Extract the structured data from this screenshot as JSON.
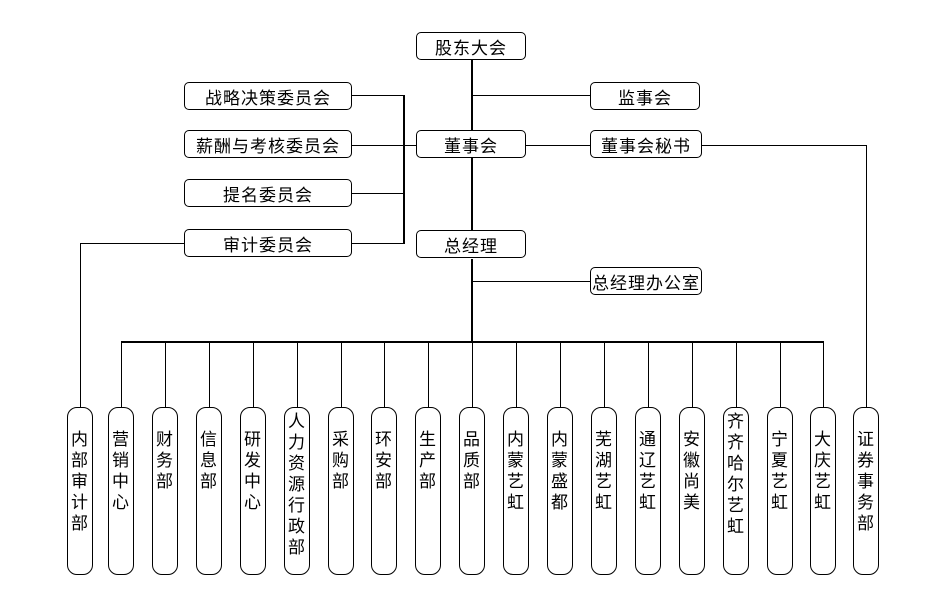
{
  "shareholders_meeting": "股东大会",
  "supervisory_board": "监事会",
  "board": "董事会",
  "board_secretary": "董事会秘书",
  "general_manager": "总经理",
  "gm_office": "总经理办公室",
  "committees": [
    "战略决策委员会",
    "薪酬与考核委员会",
    "提名委员会",
    "审计委员会"
  ],
  "internal_audit": "内部审计部",
  "securities_dept": "证券事务部",
  "departments": [
    "营销中心",
    "财务部",
    "信息部",
    "研发中心",
    "人力资源行政部",
    "采购部",
    "环安部",
    "生产部",
    "品质部",
    "内蒙艺虹",
    "内蒙盛都",
    "芜湖艺虹",
    "通辽艺虹",
    "安徽尚美",
    "齐齐哈尔艺虹",
    "宁夏艺虹",
    "大庆艺虹"
  ]
}
